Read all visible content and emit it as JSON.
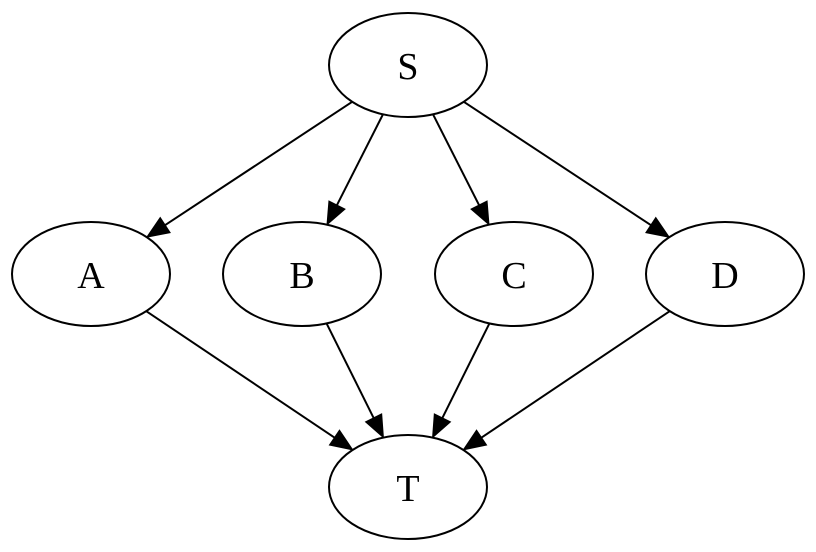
{
  "diagram": {
    "type": "directed-graph",
    "nodes": [
      {
        "id": "S",
        "label": "S"
      },
      {
        "id": "A",
        "label": "A"
      },
      {
        "id": "B",
        "label": "B"
      },
      {
        "id": "C",
        "label": "C"
      },
      {
        "id": "D",
        "label": "D"
      },
      {
        "id": "T",
        "label": "T"
      }
    ],
    "edges": [
      {
        "from": "S",
        "to": "A"
      },
      {
        "from": "S",
        "to": "B"
      },
      {
        "from": "S",
        "to": "C"
      },
      {
        "from": "S",
        "to": "D"
      },
      {
        "from": "A",
        "to": "T"
      },
      {
        "from": "B",
        "to": "T"
      },
      {
        "from": "C",
        "to": "T"
      },
      {
        "from": "D",
        "to": "T"
      }
    ],
    "colors": {
      "stroke": "#000000",
      "fill": "#ffffff",
      "text": "#000000"
    }
  }
}
